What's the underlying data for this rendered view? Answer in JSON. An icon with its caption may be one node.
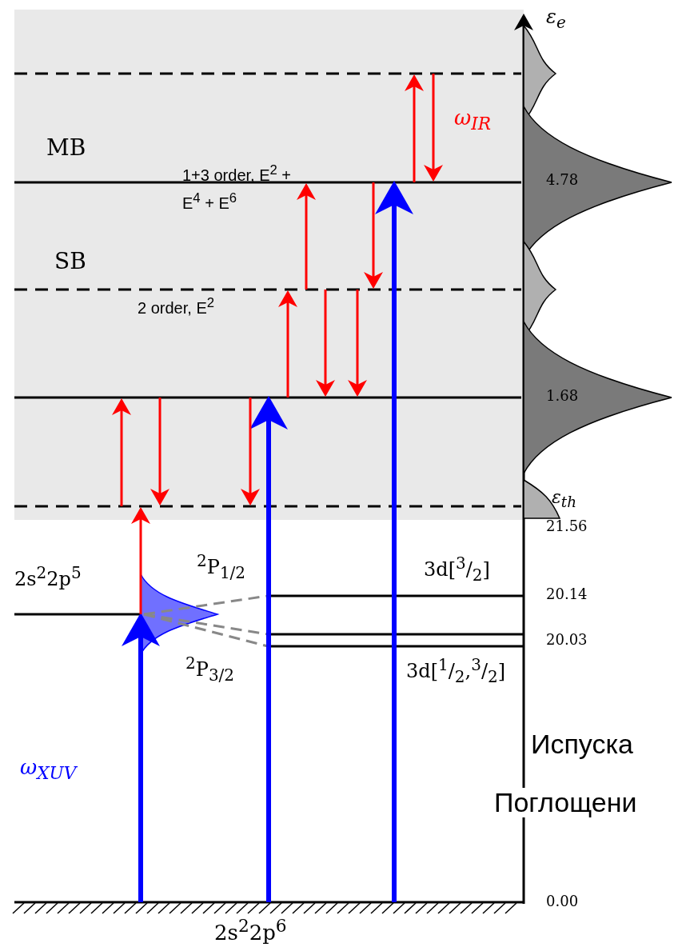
{
  "diagram": {
    "labels": [
      "ε$_{e}$",
      "ω$_{IR}$",
      "MB",
      "1+3 order, E$^{2}$ + E$^{4}$ + E$^{6}$",
      "4.78",
      "SB",
      "2 order, E$^{2}$",
      "1.68",
      "ε$_{th}$",
      "21.56",
      "$^{2}$P$_{1/2}$",
      "2s$^{2}$2p$^{5}$",
      "3d[$^{3}$/$_{2}$]",
      "20.14",
      "20.03",
      "$^{2}$P$_{3/2}$",
      "3d[$^{1}$/$_{2}$,$^{3}$/$_{2}$]",
      "Испуска",
      "ω$_{XUV}$",
      "Поглощени",
      "0.00",
      "2s$^{2}$2p$^{6}$"
    ]
  }
}
